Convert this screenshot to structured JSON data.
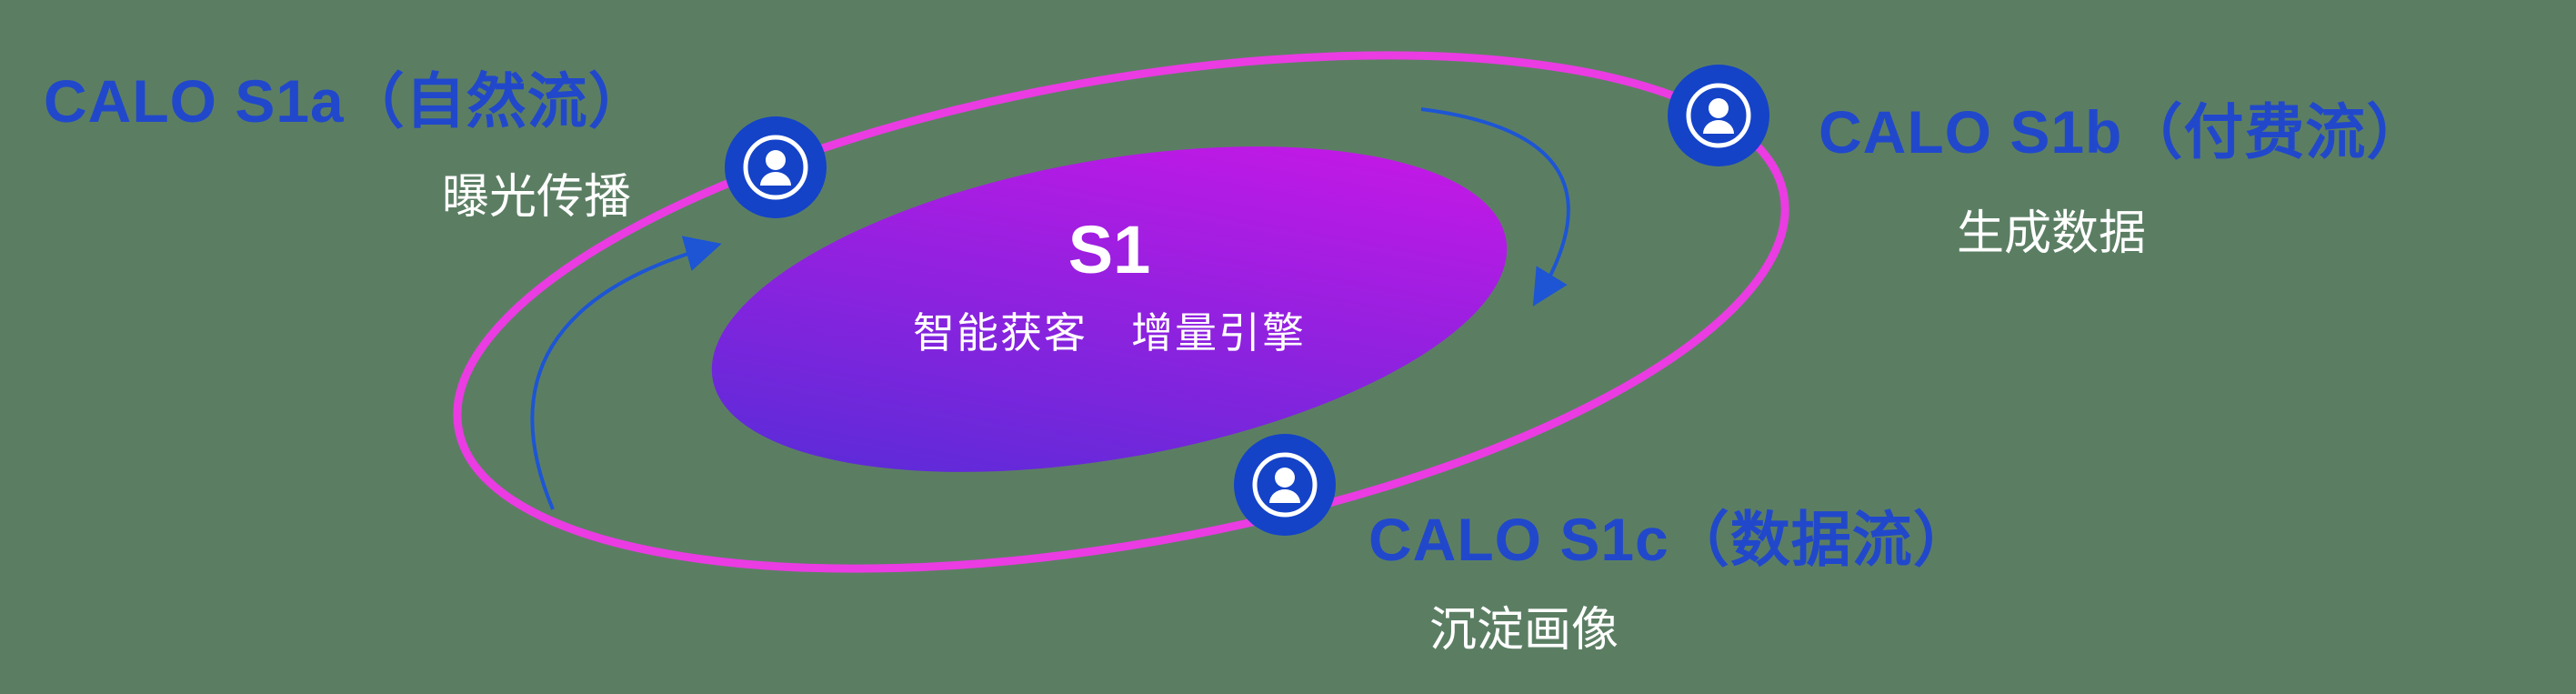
{
  "background_color": "#5b7e63",
  "colors": {
    "orbit_ring": "#ea3ce2",
    "accent_blue": "#2148cb",
    "node_circle_blue": "#1443c8",
    "core_gradient_start": "#4c2ed6",
    "core_gradient_end": "#d415e8",
    "arrow_blue": "#1d55d4",
    "text_white": "#ffffff"
  },
  "core": {
    "title": "S1",
    "subtitle": "智能获客　增量引擎"
  },
  "nodes": {
    "s1a": {
      "label": "CALO S1a（自然流）",
      "sublabel": "曝光传播",
      "icon": "user-icon"
    },
    "s1b": {
      "label": "CALO S1b（付费流）",
      "sublabel": "生成数据",
      "icon": "user-icon"
    },
    "s1c": {
      "label": "CALO S1c（数据流）",
      "sublabel": "沉淀画像",
      "icon": "user-icon"
    }
  }
}
